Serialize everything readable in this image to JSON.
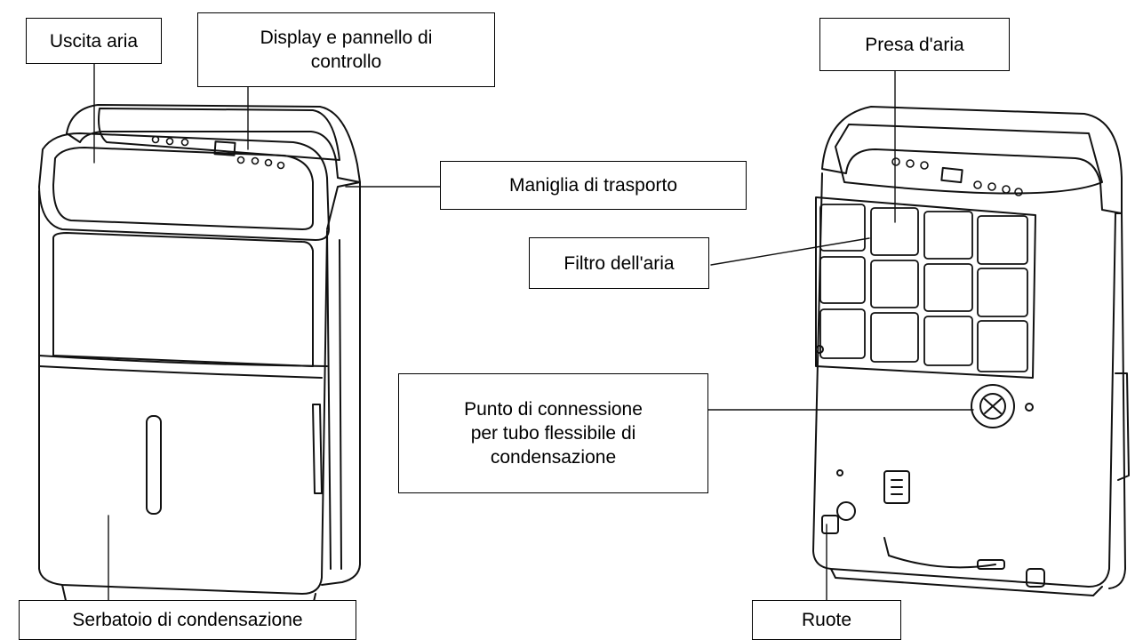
{
  "labels": {
    "air_outlet": "Uscita aria",
    "display_panel_line1": "Display e pannello di",
    "display_panel_line2": "controllo",
    "carry_handle": "Maniglia di trasporto",
    "air_intake": "Presa d'aria",
    "air_filter": "Filtro dell'aria",
    "hose_connection_line1": "Punto di connessione",
    "hose_connection_line2": "per tubo flessibile di",
    "hose_connection_line3": "condensazione",
    "water_tank": "Serbatoio di condensazione",
    "wheels": "Ruote"
  }
}
